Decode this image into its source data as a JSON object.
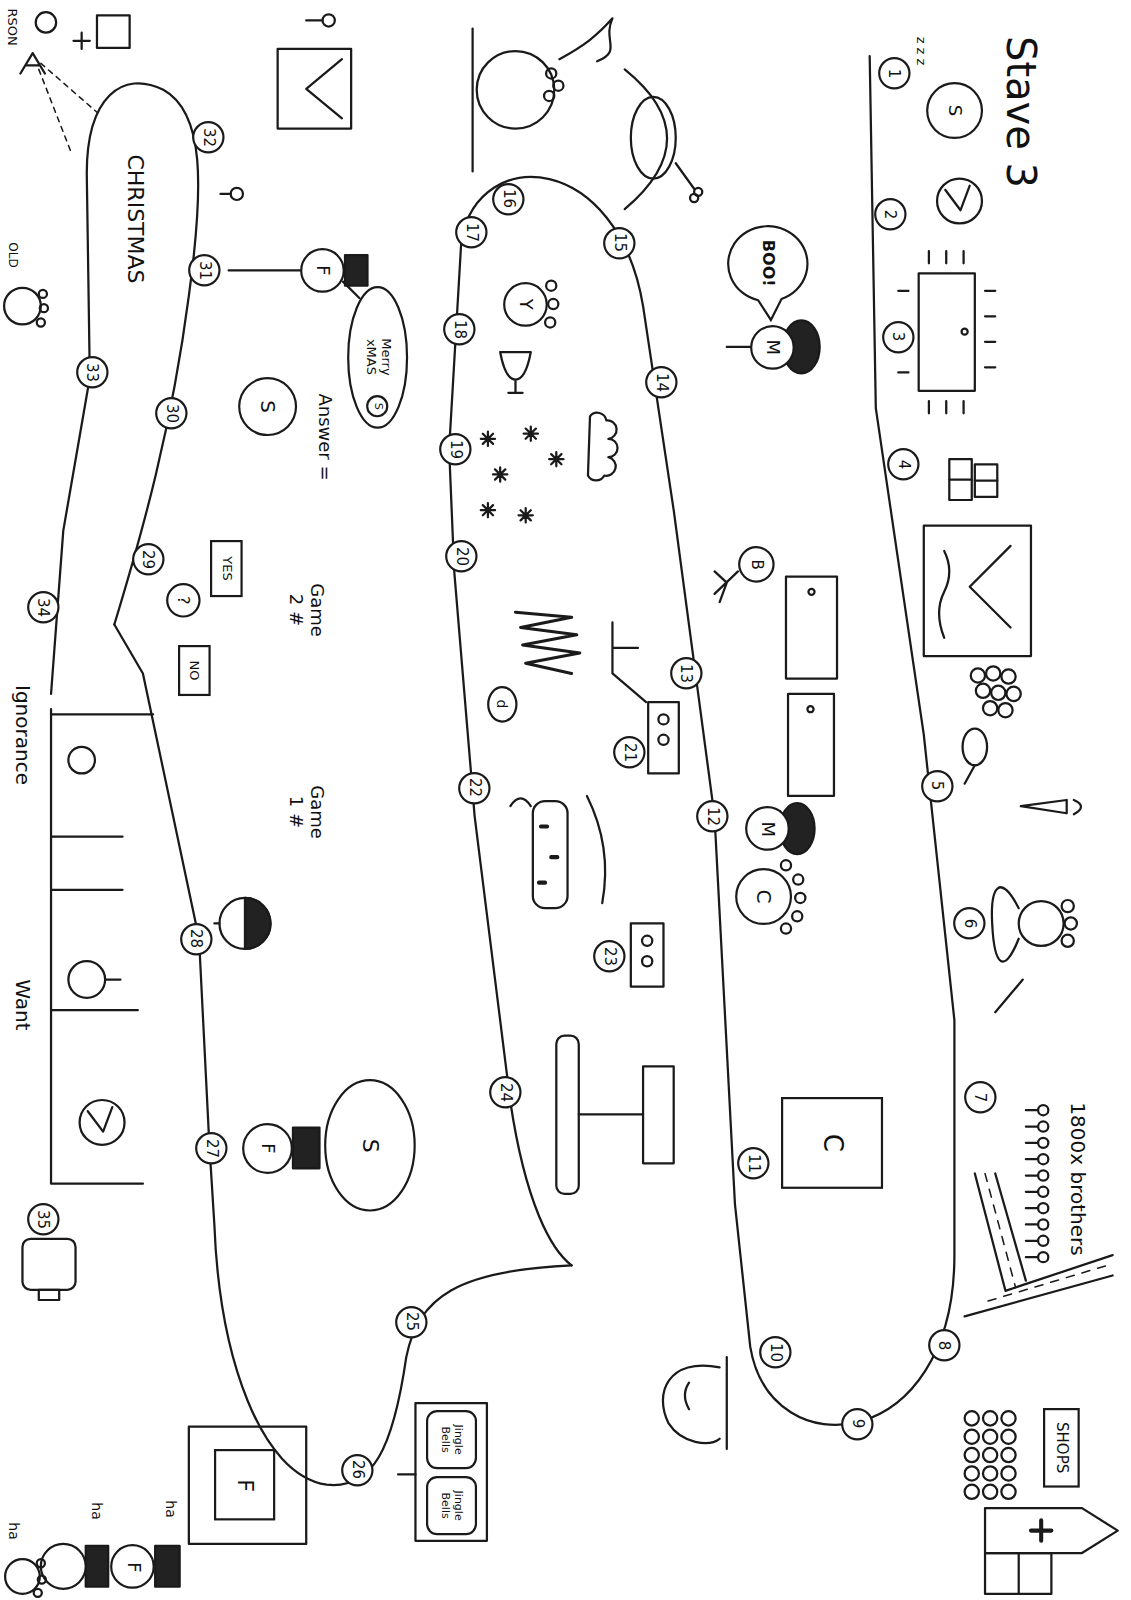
{
  "diagram": {
    "title": "Stave 3",
    "nodes": [
      {
        "text": [
          "1"
        ]
      },
      {
        "text": [
          "2"
        ]
      },
      {
        "text": [
          "3"
        ]
      },
      {
        "text": [
          "4"
        ]
      },
      {
        "text": [
          "5"
        ]
      },
      {
        "text": [
          "6"
        ]
      },
      {
        "text": [
          "7"
        ]
      },
      {
        "text": [
          "8"
        ]
      },
      {
        "text": [
          "9"
        ]
      },
      {
        "text": [
          "10"
        ]
      },
      {
        "text": [
          "11"
        ]
      },
      {
        "text": [
          "12"
        ]
      },
      {
        "text": [
          "13"
        ]
      },
      {
        "text": [
          "14"
        ]
      },
      {
        "text": [
          "15"
        ]
      },
      {
        "text": [
          "16"
        ]
      },
      {
        "text": [
          "17"
        ]
      },
      {
        "text": [
          "18"
        ]
      },
      {
        "text": [
          "19"
        ]
      },
      {
        "text": [
          "20"
        ]
      },
      {
        "text": [
          "21"
        ]
      },
      {
        "text": [
          "22"
        ]
      },
      {
        "text": [
          "23"
        ]
      },
      {
        "text": [
          "24"
        ]
      },
      {
        "text": [
          "25"
        ]
      },
      {
        "text": [
          "26"
        ]
      },
      {
        "text": [
          "27"
        ]
      },
      {
        "text": [
          "28"
        ]
      },
      {
        "text": [
          "29"
        ]
      },
      {
        "text": [
          "30"
        ]
      },
      {
        "text": [
          "31"
        ]
      },
      {
        "text": [
          "32"
        ]
      },
      {
        "text": [
          "33"
        ]
      },
      {
        "text": [
          "34"
        ]
      },
      {
        "text": [
          "35"
        ]
      },
      {
        "text": [
          "SHOPS"
        ]
      },
      {
        "text": [
          "S"
        ]
      },
      {
        "text": [
          "BOO!"
        ]
      },
      {
        "text": [
          "M"
        ]
      },
      {
        "text": [
          "M"
        ]
      },
      {
        "text": [
          "C"
        ]
      },
      {
        "text": [
          "C"
        ]
      },
      {
        "text": [
          "Y"
        ]
      },
      {
        "text": [
          "B"
        ]
      },
      {
        "text": [
          "F"
        ]
      },
      {
        "text": [
          "Merry xMAS"
        ]
      },
      {
        "text": [
          "S"
        ]
      },
      {
        "text": [
          "?"
        ]
      },
      {
        "text": [
          "YES"
        ]
      },
      {
        "text": [
          "NO"
        ]
      },
      {
        "text": [
          "S"
        ]
      },
      {
        "text": [
          "F"
        ]
      },
      {
        "text": [
          "Jingle Bells"
        ]
      },
      {
        "text": [
          "Jingle Bells"
        ]
      },
      {
        "text": [
          "F"
        ]
      },
      {
        "text": [
          "F"
        ]
      },
      {
        "text": [
          "S"
        ],
        "in": 45
      },
      {
        "text": [
          "d"
        ]
      }
    ],
    "labels": [
      "z z z",
      "1800x brothers",
      "Answer =",
      "Game 2 #",
      "Game 1 #",
      "CHRISTMAS",
      "Ignorance",
      "Want",
      "ha",
      "ha",
      "ha",
      "RSON",
      "OLD"
    ]
  }
}
